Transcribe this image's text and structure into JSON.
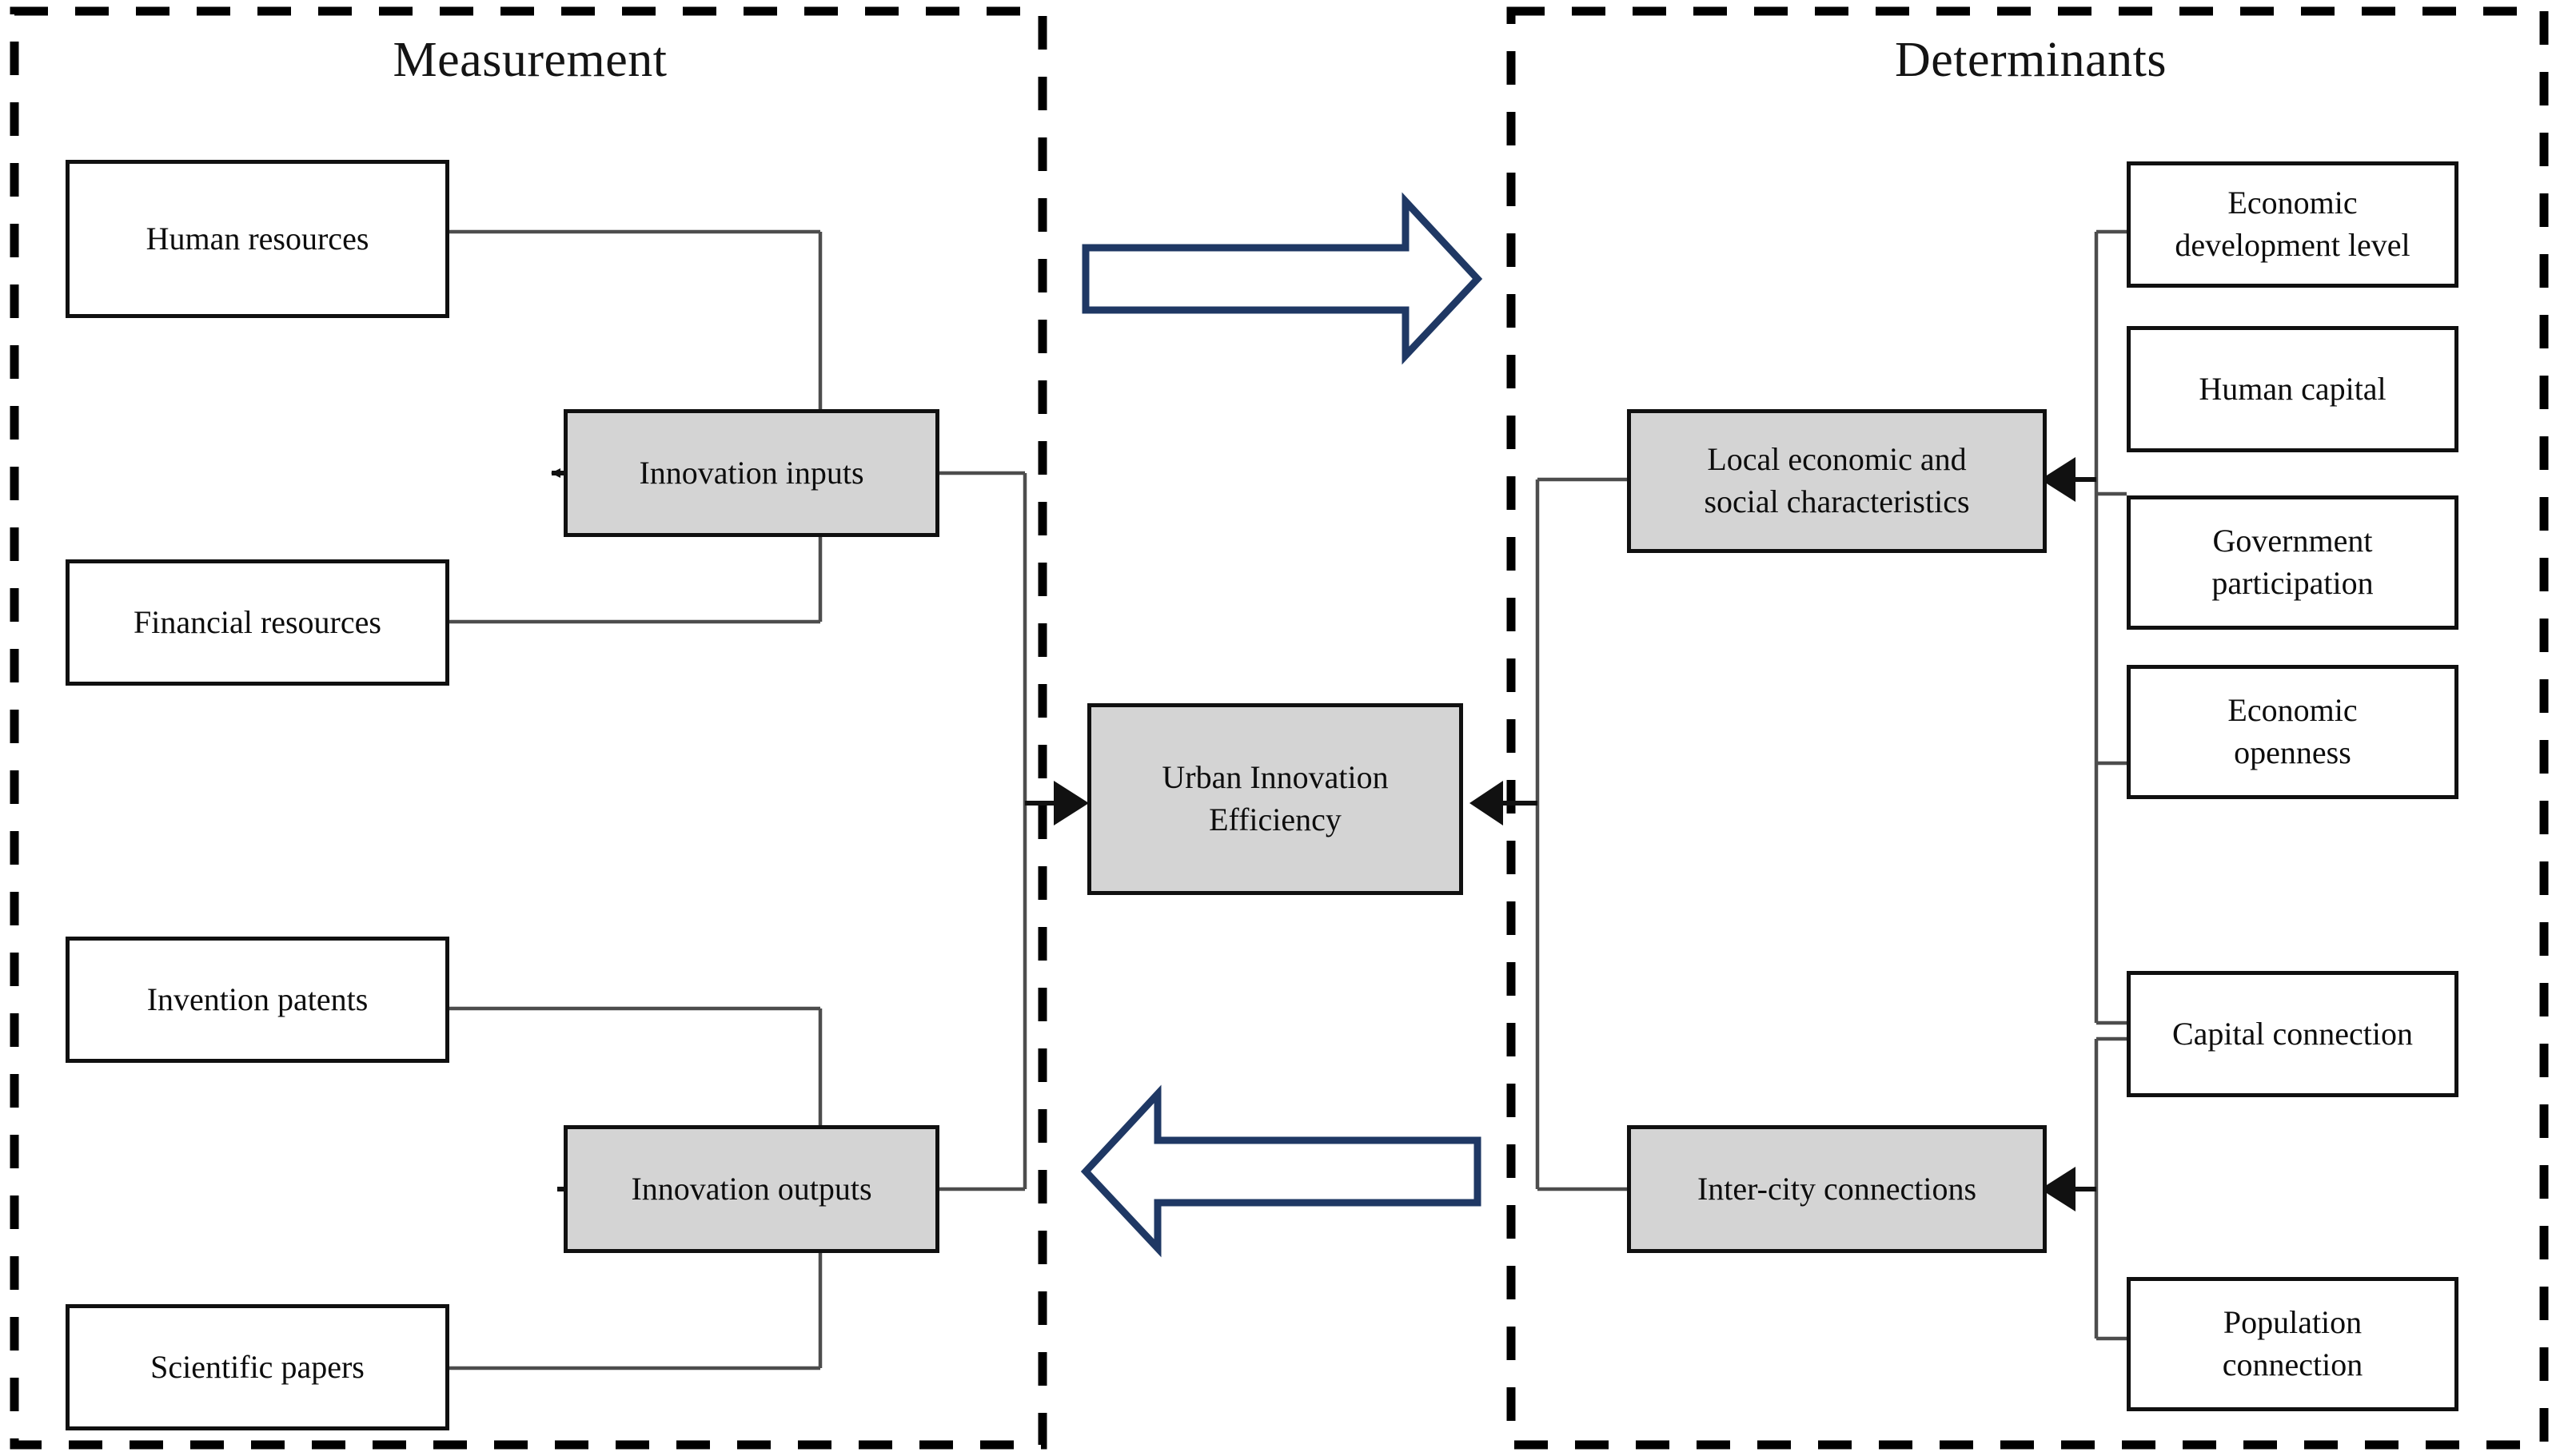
{
  "figure": {
    "panels": [
      {
        "id": "measurement",
        "title": "Measurement"
      },
      {
        "id": "determinants",
        "title": "Determinants"
      }
    ],
    "colors": {
      "box_border": "#101010",
      "box_shaded_fill": "#d4d4d4",
      "box_plain_fill": "#ffffff",
      "connector": "#4d4d4d",
      "panel_dash": "#000000",
      "big_arrow_stroke": "#1f3864",
      "big_arrow_fill": "#ffffff",
      "text": "#0d0d0d"
    }
  },
  "measurement": {
    "title": "Measurement",
    "inputs_sources": [
      {
        "label": "Human resources"
      },
      {
        "label": "Financial resources"
      }
    ],
    "outputs_sources": [
      {
        "label": "Invention patents"
      },
      {
        "label": "Scientific papers"
      }
    ],
    "aggregates": [
      {
        "label": "Innovation inputs"
      },
      {
        "label": "Innovation outputs"
      }
    ]
  },
  "center": {
    "core": {
      "label": "Urban Innovation\nEfficiency",
      "line1": "Urban Innovation",
      "line2": "Efficiency"
    },
    "arrows": [
      {
        "id": "measurement-to-determinants",
        "direction": "right"
      },
      {
        "id": "determinants-to-measurement",
        "direction": "left"
      }
    ]
  },
  "determinants": {
    "title": "Determinants",
    "groups": [
      {
        "label": "Local economic and\nsocial characteristics",
        "line1": "Local economic and",
        "line2": "social characteristics",
        "factors": [
          {
            "line1": "Economic",
            "line2": "development level",
            "label": "Economic development level"
          },
          {
            "line1": "Human capital",
            "line2": "",
            "label": "Human capital"
          },
          {
            "line1": "Government",
            "line2": "participation",
            "label": "Government participation"
          },
          {
            "line1": "Economic",
            "line2": "openness",
            "label": "Economic openness"
          }
        ]
      },
      {
        "label": "Inter-city connections",
        "line1": "Inter-city connections",
        "line2": "",
        "factors": [
          {
            "line1": "Capital connection",
            "line2": "",
            "label": "Capital connection"
          },
          {
            "line1": "Population",
            "line2": "connection",
            "label": "Population connection"
          }
        ]
      }
    ]
  }
}
